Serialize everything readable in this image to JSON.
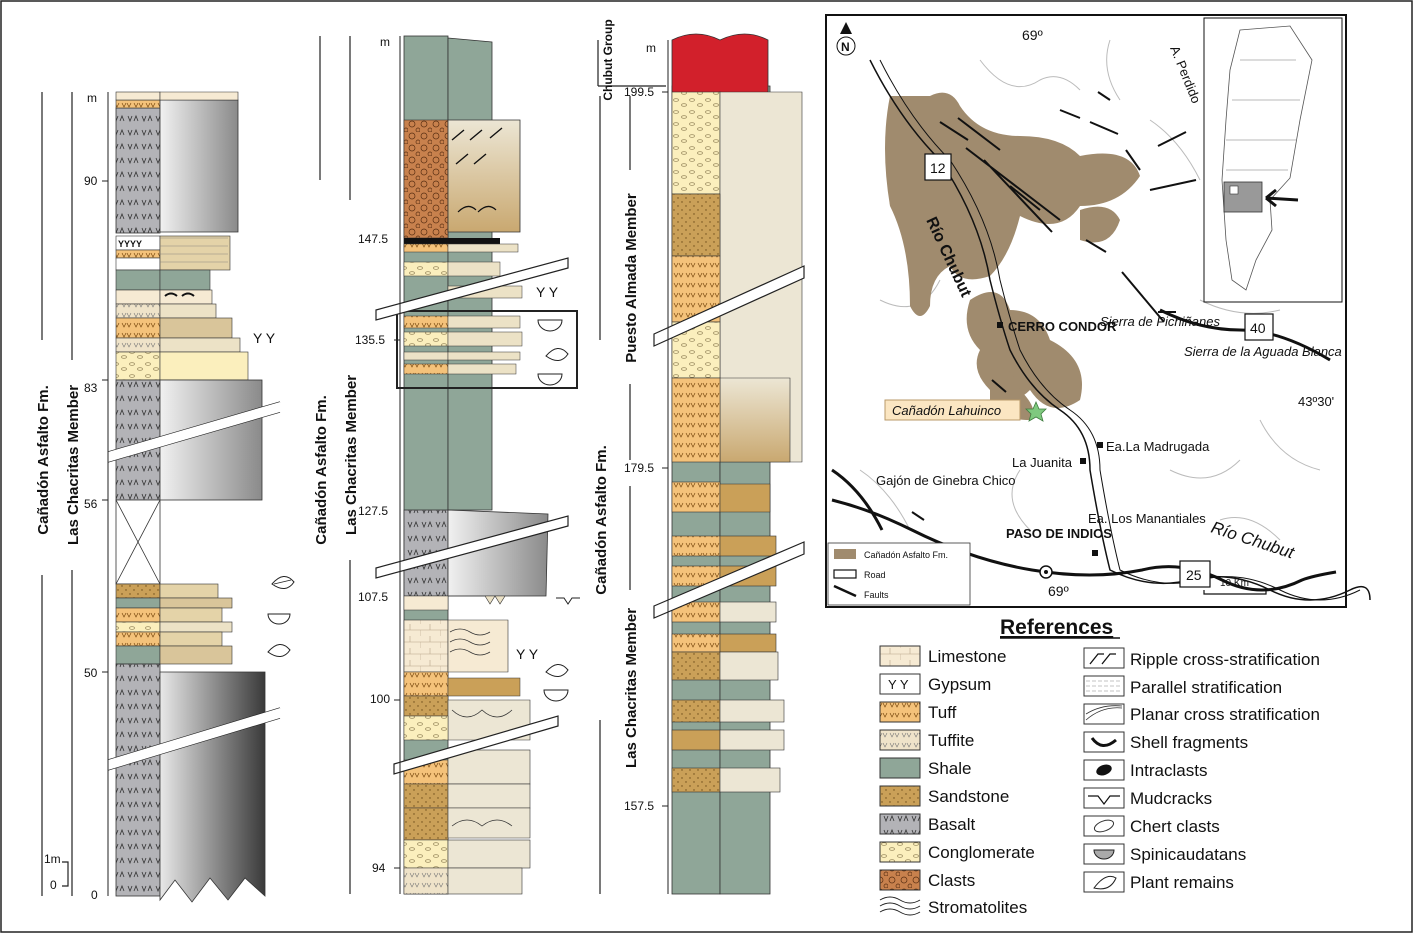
{
  "column1": {
    "unit": "m",
    "ticks": [
      "90",
      "83",
      "56",
      "50",
      "0"
    ],
    "scale_bar": [
      "1m",
      "0"
    ],
    "formation": "Cañadón Asfalto Fm.",
    "member": "Las Chacritas Member"
  },
  "column2": {
    "unit": "m",
    "ticks": [
      "147.5",
      "135.5",
      "127.5",
      "107.5",
      "100",
      "94"
    ],
    "formation": "Cañadón Asfalto Fm.",
    "member": "Las Chacritas Member"
  },
  "column3": {
    "unit": "m",
    "ticks": [
      "199.5",
      "179.5",
      "157.5"
    ],
    "group": "Chubut Group",
    "formation": "Cañadón Asfalto Fm.",
    "member_upper": "Puesto Almada Member",
    "member_lower": "Las Chacritas Member"
  },
  "gypsum_symbol": "Y Y",
  "gypsum_row": "YYYY",
  "map": {
    "lon_top": "69º",
    "lon_bottom": "69º",
    "lat": "43º30'",
    "north": "N",
    "river_chubut_1": "Río Chubut",
    "river_chubut_2": "Río Chubut",
    "perdido": "A. Perdido",
    "route_12": "12",
    "route_40": "40",
    "route_25": "25",
    "cerro_condor": "CERRO CONDOR",
    "sierra_pichinanes": "Sierra de Pichiñanes",
    "sierra_aguada": "Sierra de la Aguada Blanca",
    "lahuinco": "Cañadón Lahuinco",
    "ea_madrugada": "Ea.La Madrugada",
    "la_juanita": "La Juanita",
    "gajon": "Gajón de Ginebra Chico",
    "paso": "PASO DE INDIOS",
    "manantiales": "Ea. Los Manantiales",
    "scale": "10 Km",
    "legend": [
      "Cañadón Asfalto Fm.",
      "Road",
      "Faults"
    ],
    "colors": {
      "formation": "#a08b6e",
      "star": "#7fc97f"
    }
  },
  "references": {
    "title": "References",
    "left": [
      "Limestone",
      "Gypsum",
      "Tuff",
      "Tuffite",
      "Shale",
      "Sandstone",
      "Basalt",
      "Conglomerate",
      "Clasts",
      "Stromatolites"
    ],
    "right": [
      "Ripple cross-stratification",
      "Parallel stratification",
      "Planar cross stratification",
      "Shell fragments",
      "Intraclasts",
      "Mudcracks",
      "Chert clasts",
      "Spinicaudatans",
      "Plant remains"
    ]
  },
  "colors": {
    "limestone": "#f6ead3",
    "tuff": "#f4c27a",
    "tuffite": "#efe3c9",
    "shale": "#8fa698",
    "sandstone": "#caa058",
    "basalt": "#b3b3b7",
    "conglomerate": "#fbefbd",
    "clasts": "#c8814d",
    "chubut": "#d2202b"
  }
}
